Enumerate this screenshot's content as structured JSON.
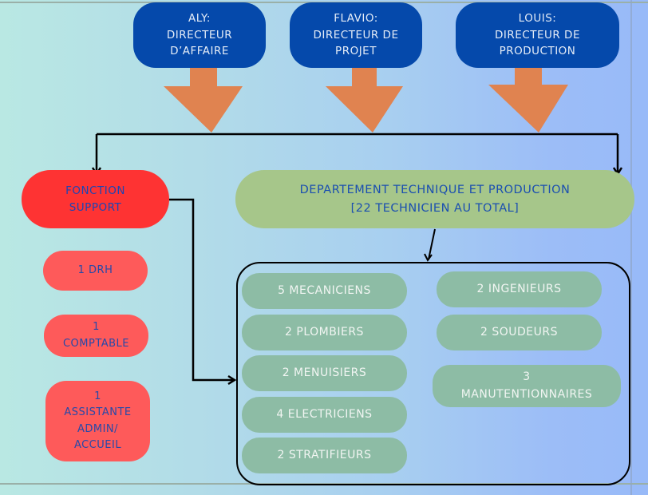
{
  "directors": [
    {
      "label": "ALY:\nDIRECTEUR\nD’AFFAIRE"
    },
    {
      "label": "FLAVIO:\nDIRECTEUR DE\nPROJET"
    },
    {
      "label": "LOUIS:\nDIRECTEUR DE\nPRODUCTION"
    }
  ],
  "support": {
    "title": "FONCTION\nSUPPORT",
    "staff": [
      {
        "label": "1 DRH"
      },
      {
        "label": "1\nCOMPTABLE"
      },
      {
        "label": "1\nASSISTANTE\nADMIN/\nACCUEIL"
      }
    ]
  },
  "department": {
    "title": "DEPARTEMENT TECHNIQUE ET PRODUCTION\n[22 TECHNICIEN AU TOTAL]",
    "left_column": [
      {
        "label": "5 MECANICIENS"
      },
      {
        "label": "2 PLOMBIERS"
      },
      {
        "label": "2 MENUISIERS"
      },
      {
        "label": "4 ELECTRICIENS"
      },
      {
        "label": "2 STRATIFIEURS"
      }
    ],
    "right_column": [
      {
        "label": "2 INGENIEURS"
      },
      {
        "label": "2 SOUDEURS"
      },
      {
        "label": "3\nMANUTENTIONNAIRES"
      }
    ]
  },
  "colors": {
    "director_fill": "#0549ab",
    "arrow_fill": "#e08350",
    "support_fill": "#fe3333",
    "staff_fill": "#fe5a5a",
    "department_fill": "#a6c68a",
    "technician_fill": "#8dbca5"
  }
}
